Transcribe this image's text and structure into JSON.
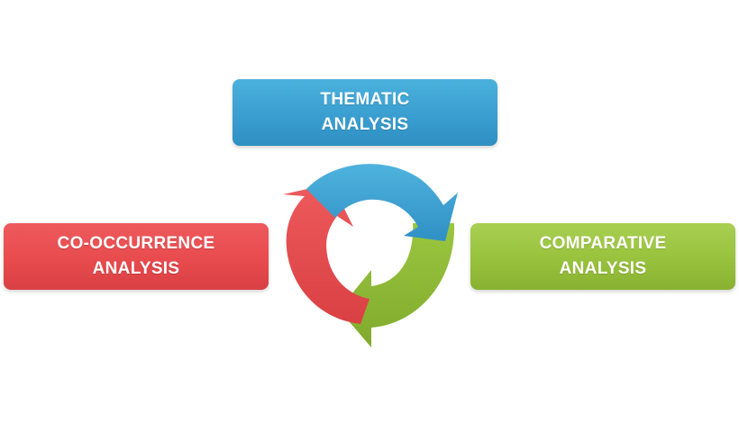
{
  "boxes": {
    "thematic": {
      "line1": "THEMATIC",
      "line2": "ANALYSIS",
      "color": "#3a9fd0"
    },
    "cooccurrence": {
      "line1": "CO-OCCURRENCE",
      "line2": "ANALYSIS",
      "color": "#e84b4e"
    },
    "comparative": {
      "line1": "COMPARATIVE",
      "line2": "ANALYSIS",
      "color": "#98c23d"
    }
  },
  "cycle": {
    "arrows": [
      {
        "name": "blue-arrow",
        "color": "#3a9fd0"
      },
      {
        "name": "green-arrow",
        "color": "#8cbb35"
      },
      {
        "name": "red-arrow",
        "color": "#e84b4e"
      }
    ]
  }
}
